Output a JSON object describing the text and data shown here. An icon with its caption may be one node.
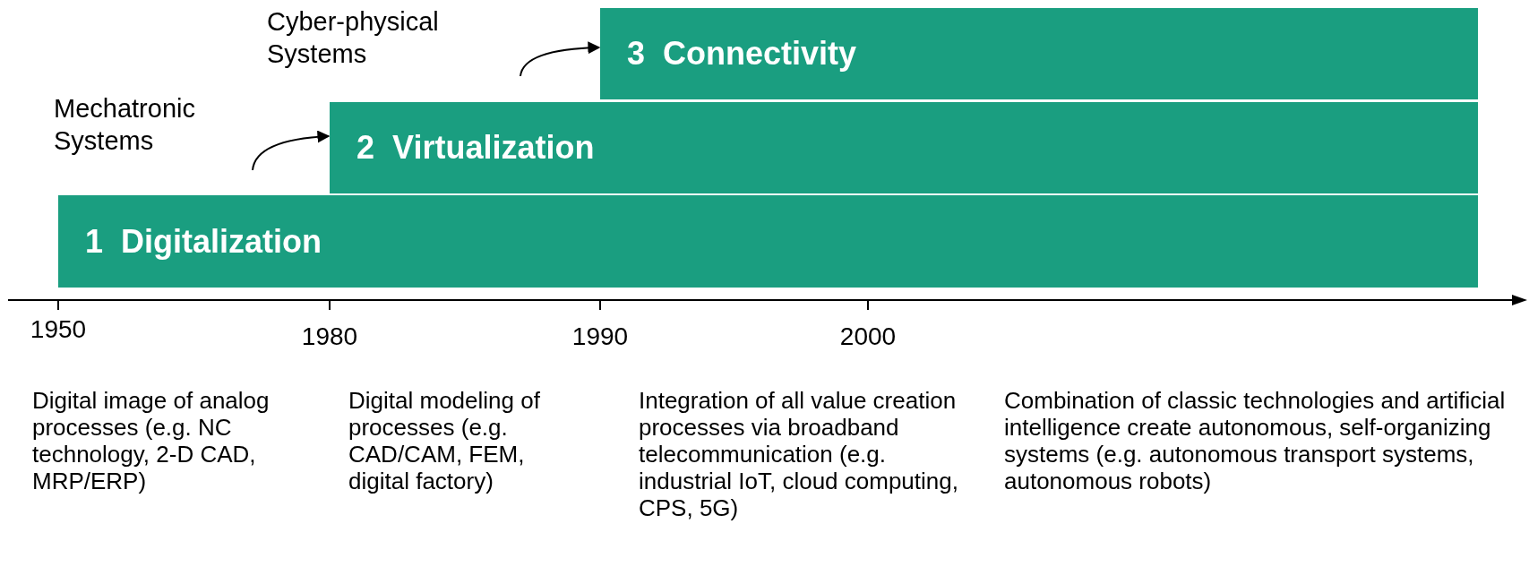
{
  "diagram": {
    "nodes": [
      {
        "text": [
          "3 Connectivity"
        ]
      },
      {
        "text": [
          "2 Virtualization"
        ]
      },
      {
        "text": [
          "1 Digitalization"
        ]
      }
    ],
    "edges": [
      {
        "from": null,
        "to": 1,
        "arrow": "to"
      },
      {
        "from": null,
        "to": 0,
        "arrow": "to"
      }
    ],
    "labels": [
      "Cyber-physical Systems",
      "Mechatronic Systems",
      "1950",
      "1980",
      "1990",
      "2000",
      "Digital image of analog processes (e.g. NC technology, 2-D CAD, MRP/ERP)",
      "Digital modeling of processes (e.g. CAD/CAM, FEM, digital factory)",
      "Integration of all value creation processes via broadband telecommunication (e.g. industrial IoT, cloud computing, CPS, 5G)",
      "Combination of classic technologies and artificial intelligence create autonomous, self-organizing systems (e.g. autonomous transport systems, autonomous robots)"
    ]
  }
}
